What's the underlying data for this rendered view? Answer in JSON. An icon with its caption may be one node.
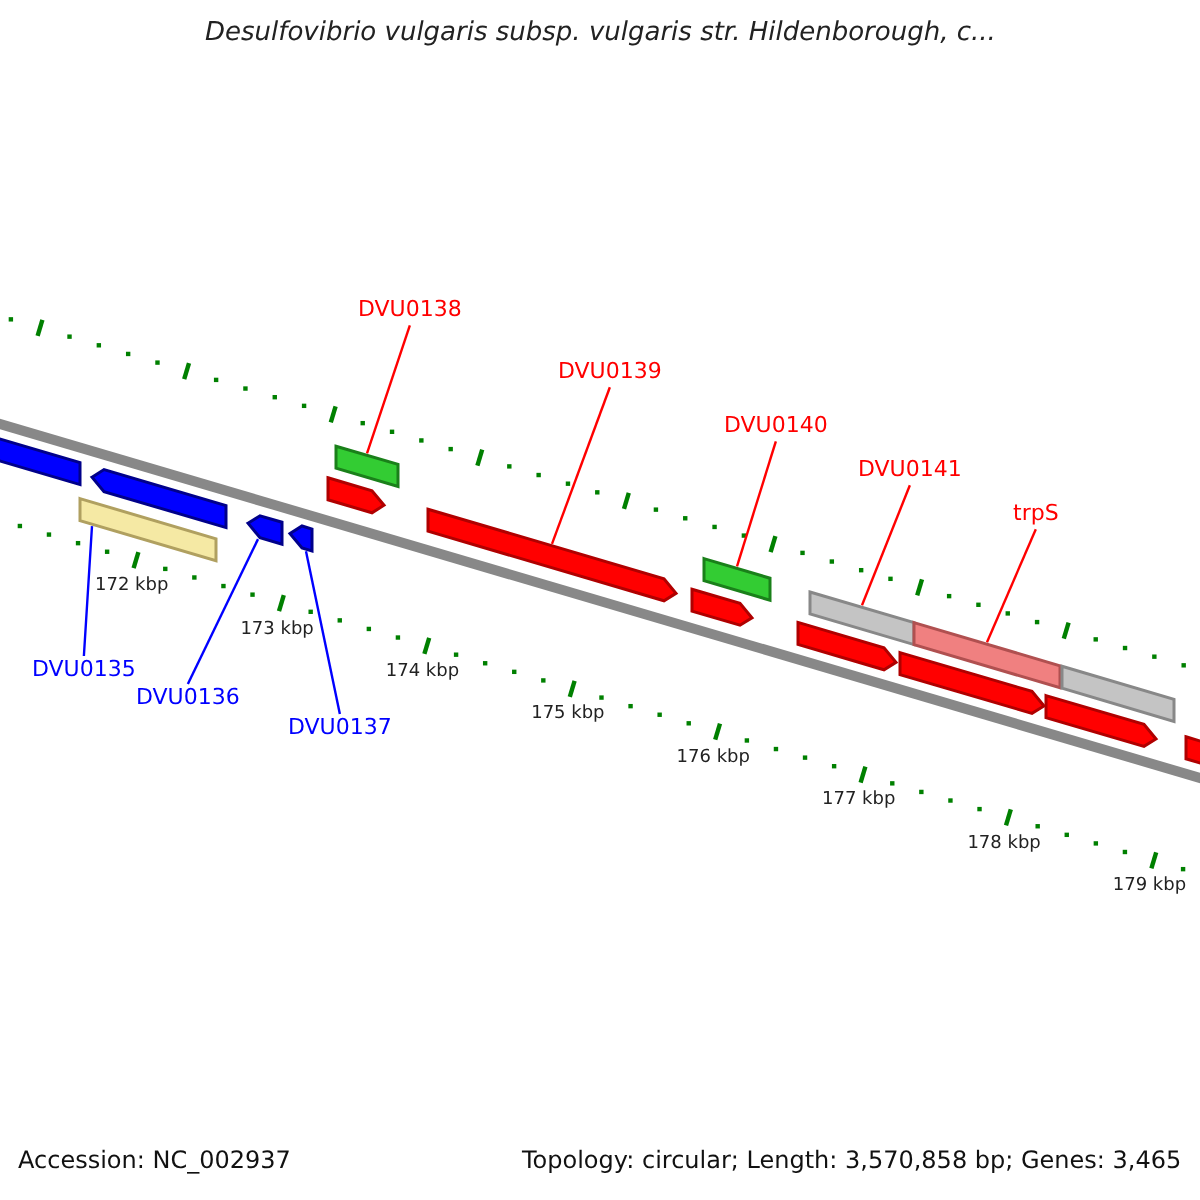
{
  "diagram": {
    "title": "Desulfovibrio vulgaris subsp. vulgaris str. Hildenborough, c...",
    "nodes": [
      {
        "text": [
          "DVU0138"
        ]
      },
      {
        "text": [
          "DVU0139"
        ]
      },
      {
        "text": [
          "DVU0140"
        ]
      },
      {
        "text": [
          "DVU0141"
        ]
      },
      {
        "text": [
          "trpS"
        ]
      },
      {
        "text": [
          "DVU0135"
        ]
      },
      {
        "text": [
          "DVU0136"
        ]
      },
      {
        "text": [
          "DVU0137"
        ]
      },
      {
        "text": [],
        "shape": "bar"
      },
      {
        "text": [],
        "shape": "arrow"
      },
      {
        "text": [],
        "shape": "bar"
      },
      {
        "text": [],
        "shape": "bar"
      },
      {
        "text": [],
        "shape": "bar"
      },
      {
        "text": [],
        "shape": "bar"
      },
      {
        "text": [],
        "shape": "arrow"
      },
      {
        "text": [],
        "shape": "arrow"
      },
      {
        "text": [],
        "shape": "arrow"
      },
      {
        "text": [],
        "shape": "arrow"
      },
      {
        "text": [],
        "shape": "arrow"
      },
      {
        "text": [],
        "shape": "arrow"
      },
      {
        "text": [],
        "shape": "arrow"
      },
      {
        "text": [],
        "shape": "arrow"
      },
      {
        "text": [],
        "shape": "arrow"
      },
      {
        "text": [],
        "shape": "arrow"
      },
      {
        "text": [],
        "shape": "bar"
      }
    ],
    "edges": [
      {
        "from": 0,
        "to": 8,
        "arrow": "none"
      },
      {
        "from": 1,
        "to": 9,
        "arrow": "none"
      },
      {
        "from": 2,
        "to": 10,
        "arrow": "none"
      },
      {
        "from": 3,
        "to": 11,
        "arrow": "none"
      },
      {
        "from": 4,
        "to": 12,
        "arrow": "none"
      },
      {
        "from": 5,
        "to": 13,
        "arrow": "none",
        "color": "#0000ff"
      },
      {
        "from": 6,
        "to": 14,
        "arrow": "none",
        "color": "#0000ff"
      },
      {
        "from": 7,
        "to": 15,
        "arrow": "none",
        "color": "#0000ff"
      }
    ],
    "labels": [
      "172 kbp",
      "173 kbp",
      "174 kbp",
      "175 kbp",
      "176 kbp",
      "177 kbp",
      "178 kbp",
      "179 kbp",
      "Accession: NC_002937",
      "Topology: circular; Length: 3,570,858 bp; Genes: 3,465"
    ]
  }
}
